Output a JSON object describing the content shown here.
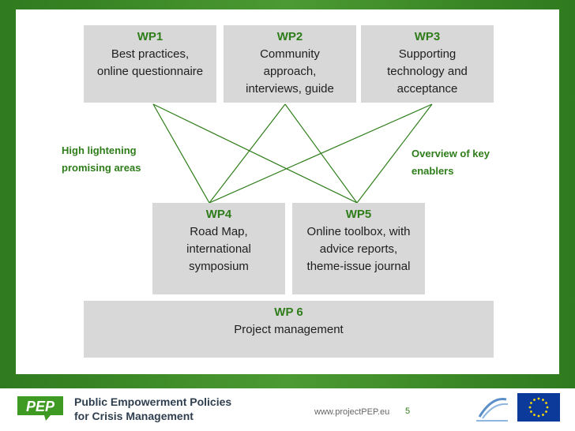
{
  "boxes": {
    "wp1": {
      "title": "WP1",
      "body": "Best practices,\nonline questionnaire"
    },
    "wp2": {
      "title": "WP2",
      "body": "Community\napproach,\ninterviews, guide"
    },
    "wp3": {
      "title": "WP3",
      "body": "Supporting\ntechnology and\nacceptance"
    },
    "wp4": {
      "title": "WP4",
      "body": "Road Map,\ninternational\nsymposium"
    },
    "wp5": {
      "title": "WP5",
      "body": "Online toolbox, with\nadvice reports,\ntheme-issue journal"
    },
    "wp6": {
      "title": "WP 6",
      "body": "Project management"
    }
  },
  "labels": {
    "left": "High lightening\npromising areas",
    "right": "Overview of key\nenablers"
  },
  "footer": {
    "org_name": "Public Empowerment Policies\nfor Crisis Management",
    "logo_text": "PEP",
    "url": "www.projectPEP.eu",
    "page_number": "5"
  },
  "colors": {
    "accent_green": "#2e7d1a",
    "box_gray": "#d8d8d8",
    "frame_green": "#3b8b25",
    "eu_blue": "#0b3a9b",
    "eu_star": "#ffdd00"
  }
}
